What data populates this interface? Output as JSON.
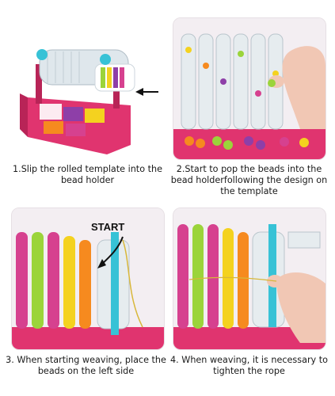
{
  "steps": [
    {
      "caption": "1.Slip the rolled template into the bead holder"
    },
    {
      "caption": "2.Start to pop the beads into the bead holderfollowing the design on the template"
    },
    {
      "caption": "3. When starting weaving, place the beads on the left side",
      "callout": "START"
    },
    {
      "caption": "4. When weaving, it is necessary to tighten the rope"
    }
  ],
  "colors": {
    "frame_pink": "#e0346f",
    "bead_yellow": "#f4d21f",
    "bead_orange": "#f68a1f",
    "bead_purple": "#8e3fa8",
    "bead_green": "#9bd43a",
    "bead_magenta": "#d6418f",
    "spool_teal": "#37c2d6"
  }
}
